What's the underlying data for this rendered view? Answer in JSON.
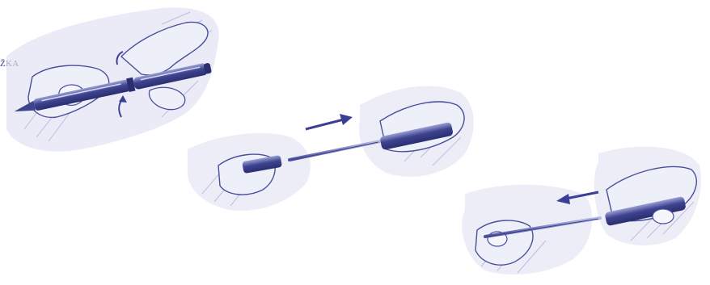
{
  "caption": {
    "text": "ŽKA"
  },
  "illustration": {
    "ink_color": "#3a3f94",
    "shade_color": "#8f93c6",
    "panels": [
      {
        "id": "step-1",
        "icon": "twist-arrow-icon",
        "direction": "up"
      },
      {
        "id": "step-2",
        "icon": "arrow-right-icon",
        "direction": "right"
      },
      {
        "id": "step-3",
        "icon": "arrow-left-icon",
        "direction": "left"
      }
    ]
  }
}
